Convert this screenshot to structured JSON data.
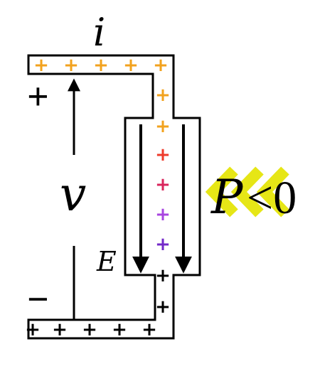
{
  "labels": {
    "current": "i",
    "voltage": "v",
    "field": "E",
    "power_symbol": "P",
    "power_relation": "<0",
    "plus_terminal": "+",
    "minus_terminal": "−"
  },
  "charges": {
    "top": "+",
    "bottom": "+",
    "right": "+",
    "middle": "+"
  },
  "colors": {
    "wire": "#000000",
    "charge_orange": "#f2a21e",
    "charge_red": "#ee3b2b",
    "charge_pink": "#d9265c",
    "charge_purple": "#a845e0",
    "charge_violet": "#7329c9",
    "charge_black": "#000000",
    "power_highlight": "#e6e616"
  }
}
